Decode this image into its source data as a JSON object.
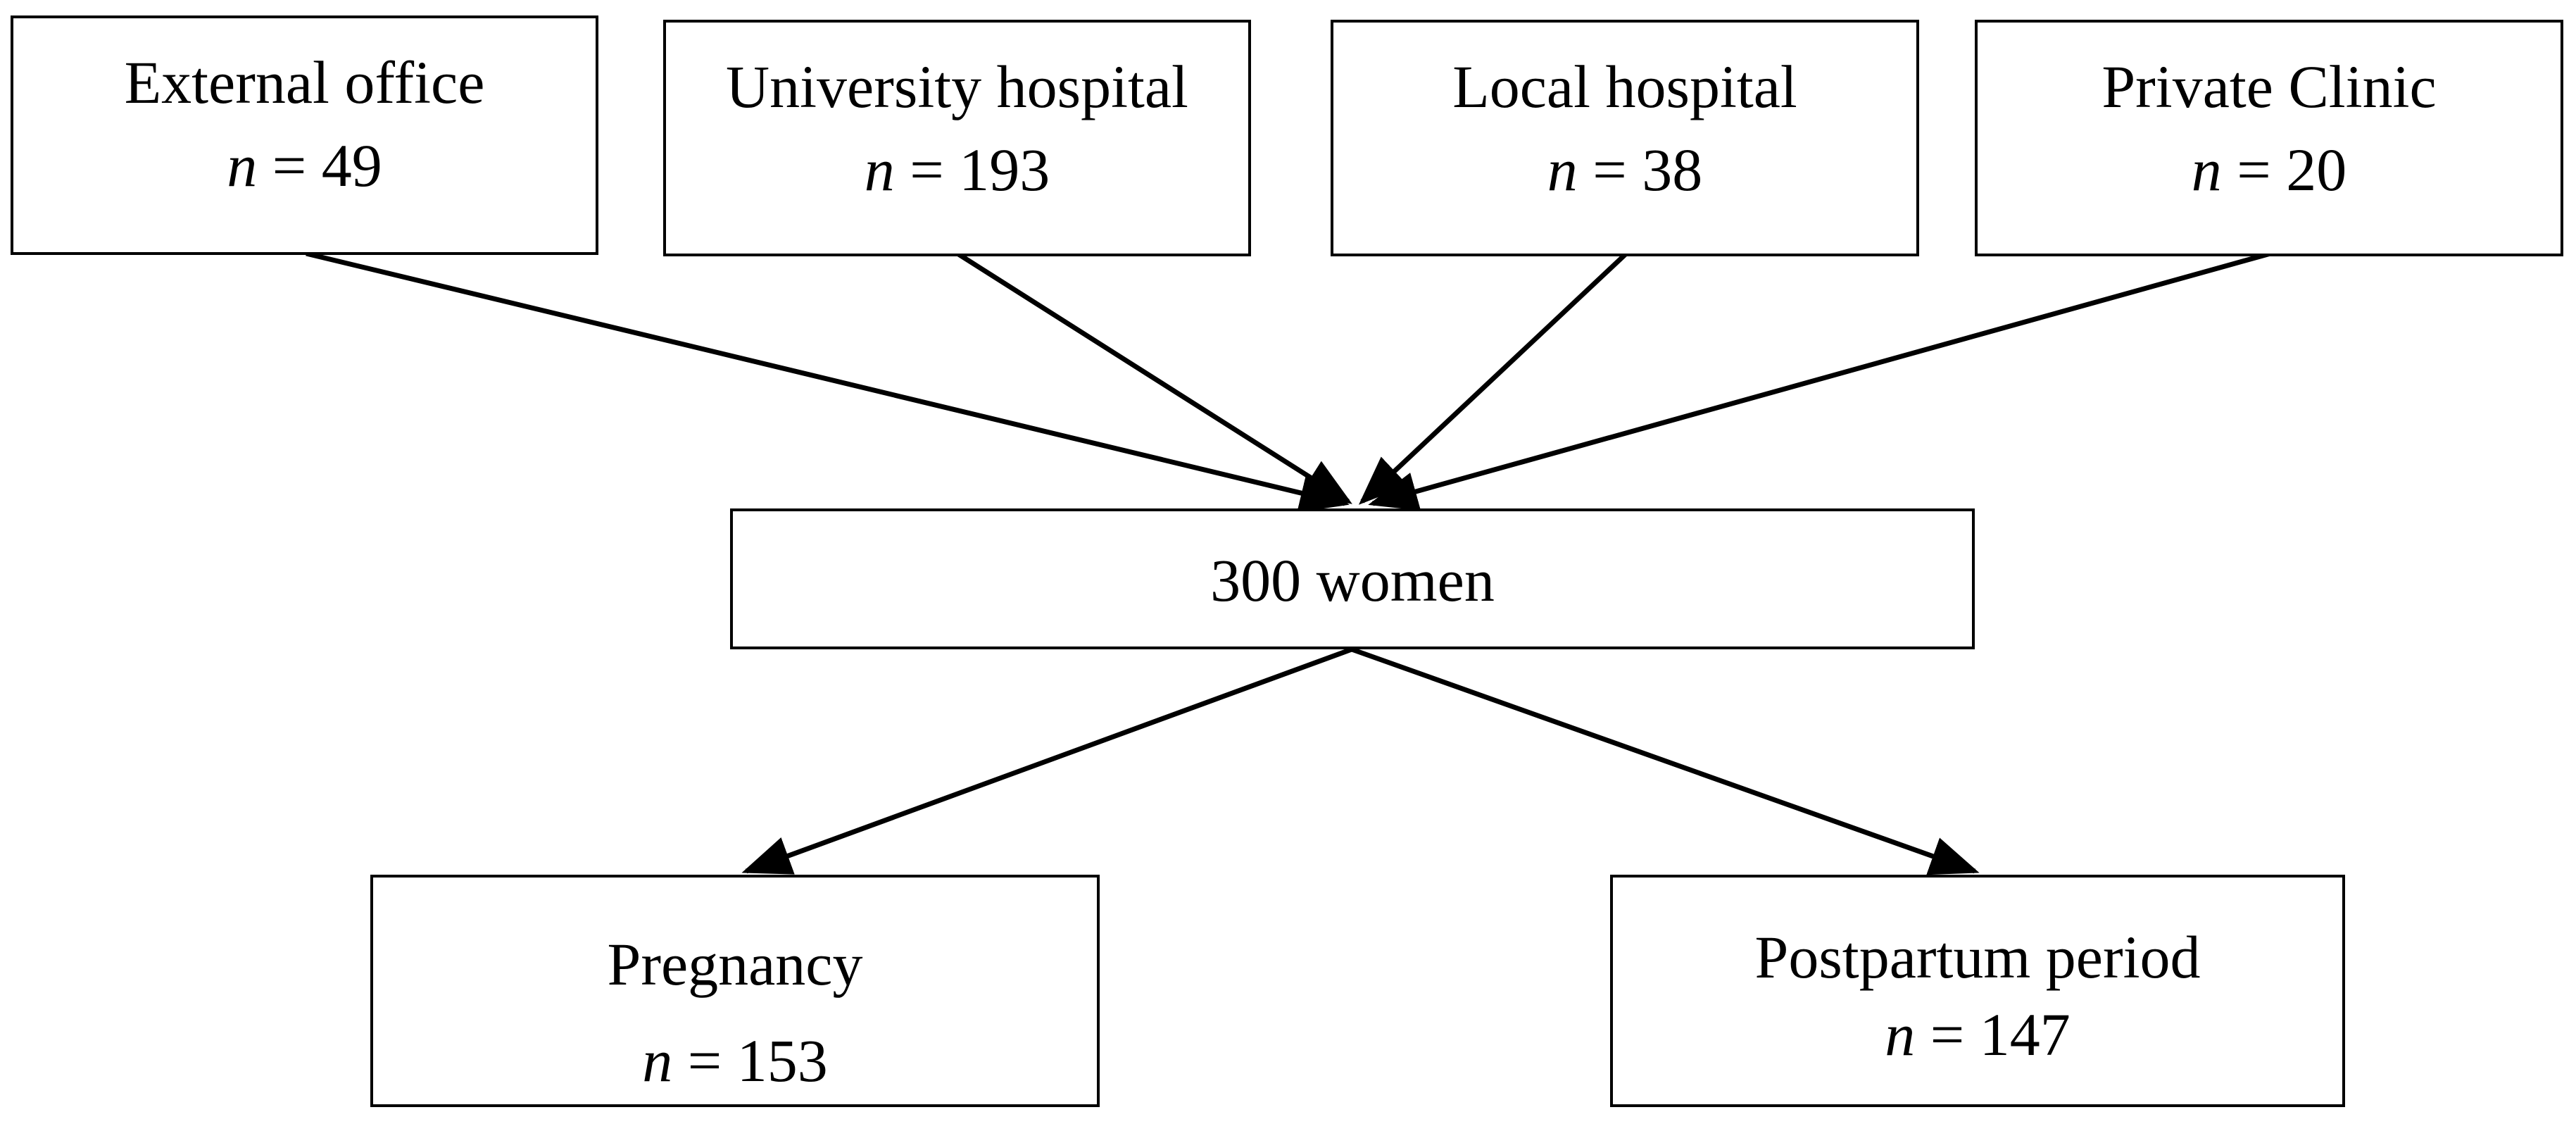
{
  "sources": [
    {
      "name": "External office",
      "n_label": "n",
      "n_value": "= 49"
    },
    {
      "name": "University hospital",
      "n_label": "n",
      "n_value": "= 193"
    },
    {
      "name": "Local hospital",
      "n_label": "n",
      "n_value": "= 38"
    },
    {
      "name": "Private Clinic",
      "n_label": "n",
      "n_value": "= 20"
    }
  ],
  "center": {
    "label": "300 women"
  },
  "outcomes": [
    {
      "name": "Pregnancy",
      "n_label": "n",
      "n_value": "= 153"
    },
    {
      "name": "Postpartum period",
      "n_label": "n",
      "n_value": "= 147"
    }
  ]
}
